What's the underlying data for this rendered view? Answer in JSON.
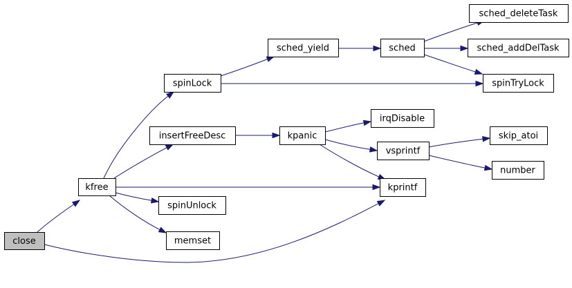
{
  "diagram": {
    "type": "call-graph",
    "colors": {
      "edge": "#191970",
      "node_border": "#000000",
      "node_fill": "#ffffff",
      "root_fill": "#bfbfbf",
      "background": "#ffffff"
    },
    "nodes": [
      {
        "id": "close",
        "label": "close",
        "root": true
      },
      {
        "id": "kfree",
        "label": "kfree"
      },
      {
        "id": "spinLock",
        "label": "spinLock"
      },
      {
        "id": "insertFreeDesc",
        "label": "insertFreeDesc"
      },
      {
        "id": "spinUnlock",
        "label": "spinUnlock"
      },
      {
        "id": "memset",
        "label": "memset"
      },
      {
        "id": "sched_yield",
        "label": "sched_yield"
      },
      {
        "id": "sched",
        "label": "sched"
      },
      {
        "id": "sched_deleteTask",
        "label": "sched_deleteTask"
      },
      {
        "id": "sched_addDelTask",
        "label": "sched_addDelTask"
      },
      {
        "id": "spinTryLock",
        "label": "spinTryLock"
      },
      {
        "id": "kpanic",
        "label": "kpanic"
      },
      {
        "id": "irqDisable",
        "label": "irqDisable"
      },
      {
        "id": "vsprintf",
        "label": "vsprintf"
      },
      {
        "id": "skip_atoi",
        "label": "skip_atoi"
      },
      {
        "id": "number",
        "label": "number"
      },
      {
        "id": "kprintf",
        "label": "kprintf"
      }
    ],
    "edges": [
      {
        "from": "close",
        "to": "kfree"
      },
      {
        "from": "close",
        "to": "kprintf"
      },
      {
        "from": "kfree",
        "to": "spinLock"
      },
      {
        "from": "kfree",
        "to": "insertFreeDesc"
      },
      {
        "from": "kfree",
        "to": "kprintf"
      },
      {
        "from": "kfree",
        "to": "spinUnlock"
      },
      {
        "from": "kfree",
        "to": "memset"
      },
      {
        "from": "spinLock",
        "to": "sched_yield"
      },
      {
        "from": "spinLock",
        "to": "spinTryLock"
      },
      {
        "from": "sched_yield",
        "to": "sched"
      },
      {
        "from": "sched",
        "to": "sched_deleteTask"
      },
      {
        "from": "sched",
        "to": "sched_addDelTask"
      },
      {
        "from": "sched",
        "to": "spinTryLock"
      },
      {
        "from": "insertFreeDesc",
        "to": "kpanic"
      },
      {
        "from": "kpanic",
        "to": "irqDisable"
      },
      {
        "from": "kpanic",
        "to": "vsprintf"
      },
      {
        "from": "kpanic",
        "to": "kprintf"
      },
      {
        "from": "vsprintf",
        "to": "skip_atoi"
      },
      {
        "from": "vsprintf",
        "to": "number"
      }
    ]
  }
}
